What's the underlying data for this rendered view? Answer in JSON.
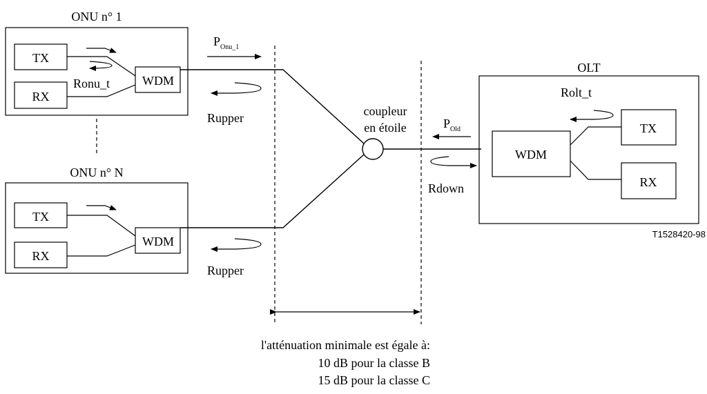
{
  "onu1": {
    "title": "ONU n° 1",
    "tx": "TX",
    "rx": "RX",
    "wdm": "WDM",
    "reflect": "Ronu_t"
  },
  "onuN": {
    "title": "ONU n° N",
    "tx": "TX",
    "rx": "RX",
    "wdm": "WDM"
  },
  "olt": {
    "title": "OLT",
    "tx": "TX",
    "rx": "RX",
    "wdm": "WDM",
    "reflect": "Rolt_t"
  },
  "labels": {
    "p_onu": "P",
    "p_onu_sub": "Onu_1",
    "p_old": "P",
    "p_old_sub": "Old",
    "rupper_1": "Rupper",
    "rupper_2": "Rupper",
    "rdown": "Rdown",
    "coupler_line1": "coupleur",
    "coupler_line2": "en étoile",
    "figure_id": "T1528420-98"
  },
  "attenuation": {
    "line1": "l'atténuation minimale est égale à:",
    "line2": "10 dB pour la classe B",
    "line3": "15 dB pour la classe C"
  }
}
